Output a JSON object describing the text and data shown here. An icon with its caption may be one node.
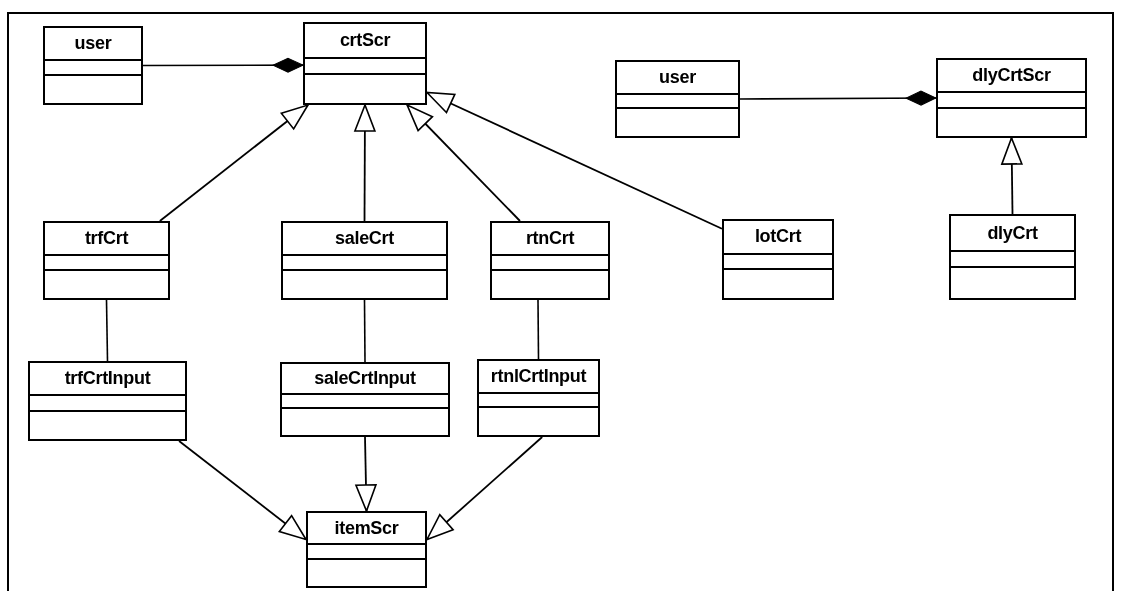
{
  "diagram": {
    "nodes": [
      {
        "text": [
          "user"
        ]
      },
      {
        "text": [
          "crtScr"
        ]
      },
      {
        "text": [
          "user"
        ]
      },
      {
        "text": [
          "dlyCrtScr"
        ]
      },
      {
        "text": [
          "trfCrt"
        ]
      },
      {
        "text": [
          "saleCrt"
        ]
      },
      {
        "text": [
          "rtnCrt"
        ]
      },
      {
        "text": [
          "lotCrt"
        ]
      },
      {
        "text": [
          "dlyCrt"
        ]
      },
      {
        "text": [
          "trfCrtInput"
        ]
      },
      {
        "text": [
          "saleCrtInput"
        ]
      },
      {
        "text": [
          "rtnlCrtInput"
        ]
      },
      {
        "text": [
          "itemScr"
        ]
      }
    ],
    "edges": [
      {
        "from": 0,
        "to": 1,
        "arrow": "other"
      },
      {
        "from": 2,
        "to": 3,
        "arrow": "other"
      },
      {
        "from": 4,
        "to": 1,
        "arrow": "to"
      },
      {
        "from": 5,
        "to": 1,
        "arrow": "to"
      },
      {
        "from": 6,
        "to": 1,
        "arrow": "to"
      },
      {
        "from": 7,
        "to": 1,
        "arrow": "to"
      },
      {
        "from": 8,
        "to": 3,
        "arrow": "to"
      },
      {
        "from": 4,
        "to": 9,
        "arrow": "none"
      },
      {
        "from": 5,
        "to": 10,
        "arrow": "none"
      },
      {
        "from": 6,
        "to": 11,
        "arrow": "none"
      },
      {
        "from": 9,
        "to": 12,
        "arrow": "to"
      },
      {
        "from": 10,
        "to": 12,
        "arrow": "to"
      },
      {
        "from": 11,
        "to": 12,
        "arrow": "to"
      }
    ]
  }
}
